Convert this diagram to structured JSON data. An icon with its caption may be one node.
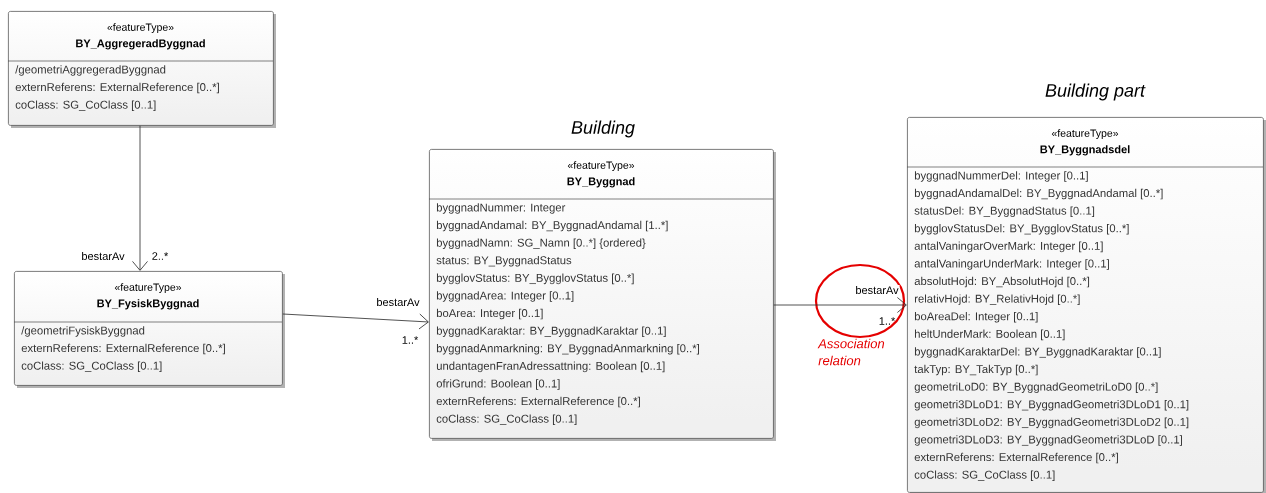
{
  "diagram": {
    "nodes": [
      {
        "text": [
          "«featureType»",
          "BY_AggregeradByggnad",
          "/geometriAggregeradByggnad",
          "externReferens: ExternalReference [0..*]",
          "coClass: SG_CoClass [0..1]"
        ]
      },
      {
        "text": [
          "«featureType»",
          "BY_FysiskByggnad",
          "/geometriFysiskByggnad",
          "externReferens: ExternalReference [0..*]",
          "coClass: SG_CoClass [0..1]"
        ]
      },
      {
        "text": [
          "«featureType»",
          "BY_Byggnad",
          "byggnadNummer: Integer",
          "byggnadAndamal: BY_ByggnadAndamal [1..*]",
          "byggnadNamn: SG_Namn [0..*] {ordered}",
          "status: BY_ByggnadStatus",
          "bygglovStatus: BY_BygglovStatus [0..*]",
          "byggnadArea: Integer [0..1]",
          "boArea: Integer [0..1]",
          "byggnadKaraktar: BY_ByggnadKaraktar [0..1]",
          "byggnadAnmarkning: BY_ByggnadAnmarkning [0..*]",
          "undantagenFranAdressattning: Boolean [0..1]",
          "ofriGrund: Boolean [0..1]",
          "externReferens: ExternalReference [0..*]",
          "coClass: SG_CoClass [0..1]"
        ],
        "beside": [
          "Building"
        ]
      },
      {
        "text": [
          "«featureType»",
          "BY_Byggnadsdel",
          "byggnadNummerDel: Integer [0..1]",
          "byggnadAndamalDel: BY_ByggnadAndamal [0..*]",
          "statusDel: BY_ByggnadStatus [0..1]",
          "bygglovStatusDel: BY_BygglovStatus [0..*]",
          "antalVaningarOverMark: Integer [0..1]",
          "antalVaningarUnderMark: Integer [0..1]",
          "absolutHojd: BY_AbsolutHojd [0..*]",
          "relativHojd: BY_RelativHojd [0..*]",
          "boAreaDel: Integer [0..1]",
          "heltUnderMark: Boolean [0..1]",
          "byggnadKaraktarDel: BY_ByggnadKaraktar [0..1]",
          "takTyp: BY_TakTyp [0..*]",
          "geometriLoD0: BY_ByggnadGeometriLoD0 [0..*]",
          "geometri3DLoD1: BY_ByggnadGeometri3DLoD1 [0..1]",
          "geometri3DLoD2: BY_ByggnadGeometri3DLoD2 [0..1]",
          "geometri3DLoD3: BY_ByggnadGeometri3DLoD [0..1]",
          "externReferens: ExternalReference [0..*]",
          "coClass: SG_CoClass [0..1]"
        ],
        "beside": [
          "Building   part"
        ]
      }
    ],
    "edges": [
      {
        "from": 0,
        "to": 1,
        "arrow": "to",
        "label": "bestarAv"
      },
      {
        "from": 1,
        "to": 2,
        "arrow": "to",
        "label": "bestarAv"
      },
      {
        "from": 2,
        "to": 3,
        "arrow": "to",
        "label": "bestarAv"
      }
    ],
    "labels": [
      "2..*",
      "1..*",
      "1..*",
      "Association relation"
    ]
  }
}
